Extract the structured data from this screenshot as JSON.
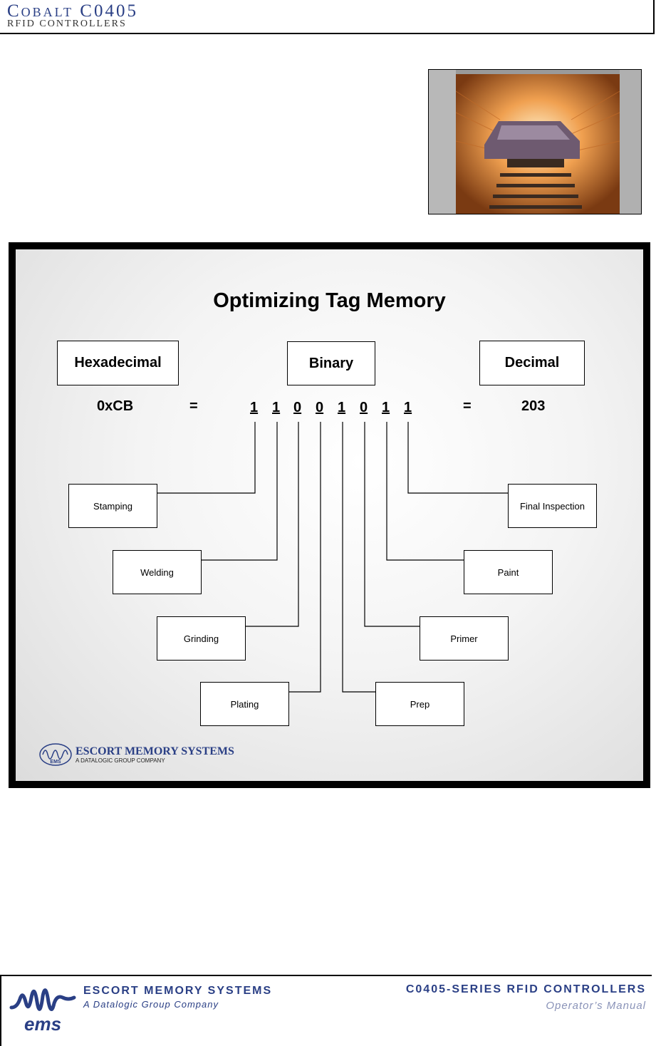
{
  "header": {
    "title": "Cobalt C0405",
    "subtitle": "RFID CONTROLLERS"
  },
  "slide": {
    "title": "Optimizing Tag Memory",
    "headers": {
      "hex": "Hexadecimal",
      "binary": "Binary",
      "decimal": "Decimal"
    },
    "hex_value": "0xCB",
    "eq1": "=",
    "eq2": "=",
    "bits": [
      "1",
      "1",
      "0",
      "0",
      "1",
      "0",
      "1",
      "1"
    ],
    "decimal_value": "203",
    "processes_left": [
      "Stamping",
      "Welding",
      "Grinding",
      "Plating"
    ],
    "processes_right": [
      "Final Inspection",
      "Paint",
      "Primer",
      "Prep"
    ],
    "logo": {
      "name": "ESCORT MEMORY SYSTEMS",
      "tagline": "A DATALOGIC GROUP COMPANY",
      "mark": "EMS"
    }
  },
  "footer": {
    "company": "ESCORT MEMORY SYSTEMS",
    "company_sub": "A Datalogic Group Company",
    "logo_text": "ems",
    "series": "C0405-SERIES RFID CONTROLLERS",
    "manual": "Operator’s Manual"
  }
}
